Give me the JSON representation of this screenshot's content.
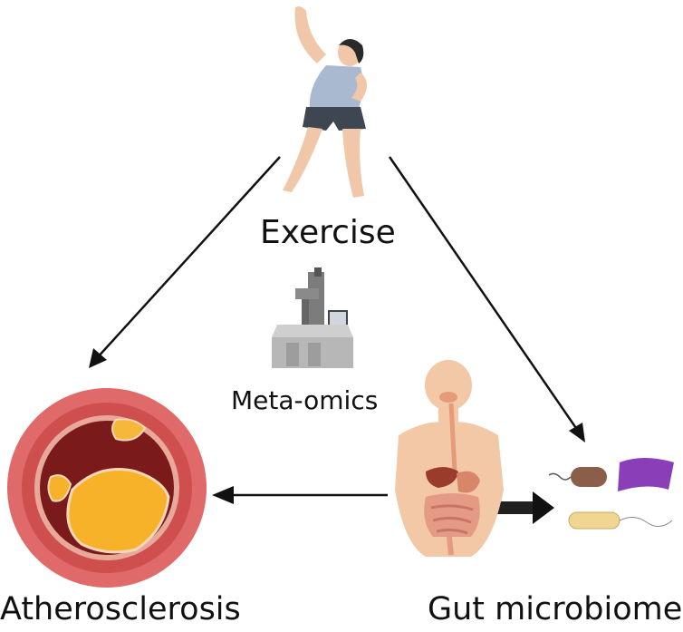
{
  "nodes": {
    "exercise": "Exercise",
    "meta_omics": "Meta-omics",
    "atherosclerosis": "Atherosclerosis",
    "gut_microbiome": "Gut microbiome"
  },
  "colors": {
    "artery_outer": "#e06a6a",
    "artery_ring": "#c94a4a",
    "lumen_dark": "#7a1a1a",
    "plaque": "#f5b324",
    "skin": "#f2c8a6",
    "arrow": "#111111"
  }
}
